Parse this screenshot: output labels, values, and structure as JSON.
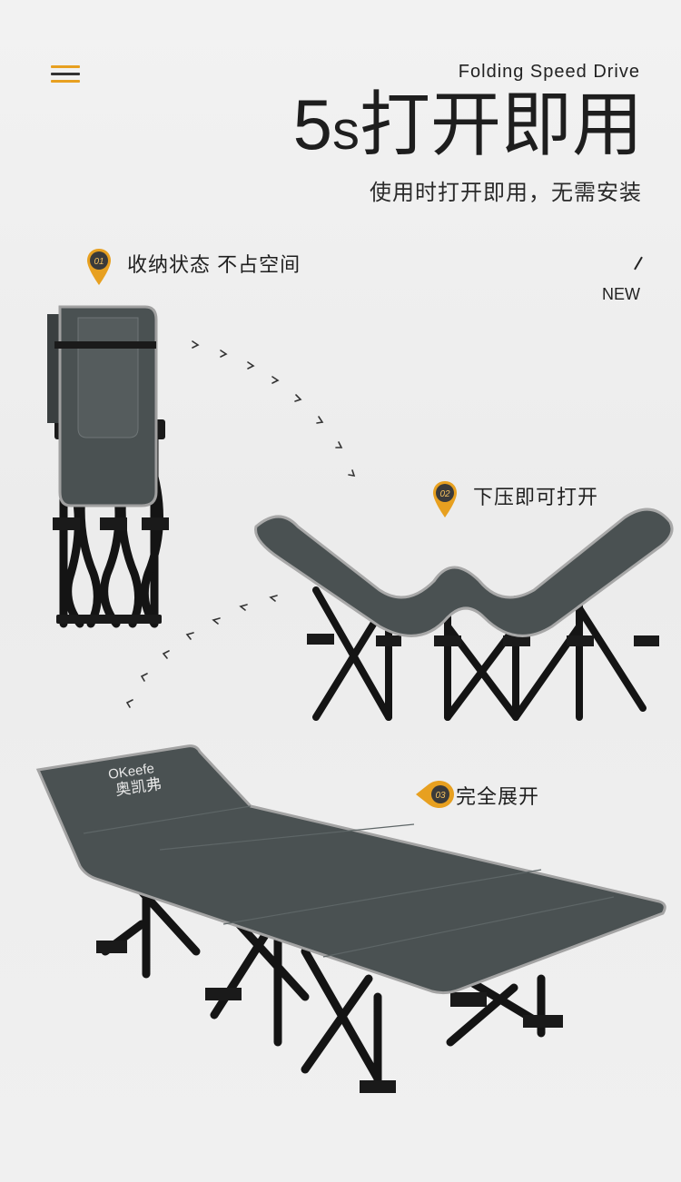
{
  "header": {
    "menu_icon": "menu-icon",
    "subtitle_en": "Folding Speed Drive",
    "headline_num": "5",
    "headline_unit": "s",
    "headline_text": "打开即用",
    "tagline": "使用时打开即用，无需安装",
    "badge": "NEW"
  },
  "steps": [
    {
      "num": "01",
      "label": "收纳状态  不占空间"
    },
    {
      "num": "02",
      "label": "下压即可打开"
    },
    {
      "num": "03",
      "label": "完全展开"
    }
  ],
  "brand": {
    "latin": "OKeefe",
    "cn": "奥凯弗"
  },
  "colors": {
    "accent": "#e7a020",
    "fabric": "#4a5152",
    "frame": "#1a1a1a",
    "trim": "#9a9a9a"
  }
}
